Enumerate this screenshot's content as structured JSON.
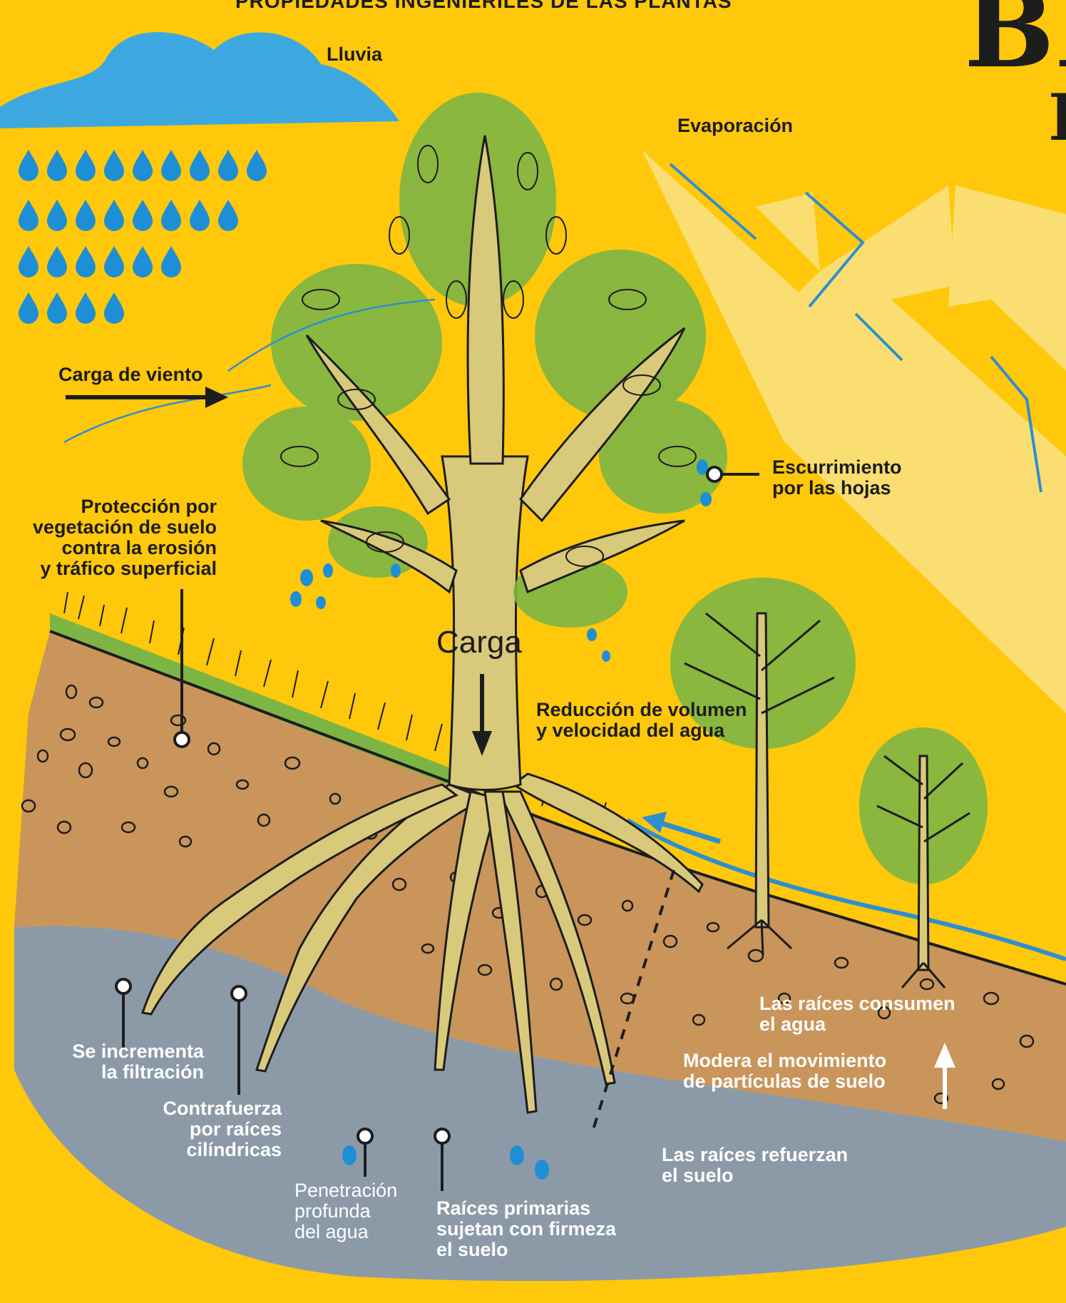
{
  "header": {
    "title_partial": "PROPIEDADES INGENIERILES DE LAS PLANTAS",
    "masthead_partial": "BI",
    "masthead_line2_partial": "I"
  },
  "labels": {
    "lluvia": "Lluvia",
    "evaporacion": "Evaporación",
    "carga_viento": "Carga de viento",
    "escurrimiento": "Escurrimiento\npor las hojas",
    "proteccion": "Protección por\nvegetación de suelo\ncontra la erosión\ny tráfico superficial",
    "carga": "Carga",
    "reduccion": "Reducción de volumen\ny velocidad del agua",
    "raices_consumen": "Las raíces consumen\nel agua",
    "modera": "Modera el movimiento\nde partículas de suelo",
    "filtracion": "Se incrementa\nla filtración",
    "contrafuerza": "Contrafuerza\npor raíces\ncilíndricas",
    "penetracion": "Penetración\nprofunda\ndel agua",
    "raices_primarias": "Raíces primarias\nsujetan con firmeza\nel suelo",
    "raices_refuerzan": "Las raíces refuerzan\nel suelo"
  },
  "colors": {
    "background": "#FFC80A",
    "rain": "#1E8FD5",
    "cloud": "#3DA8E0",
    "foliage": "#7DB544",
    "trunk": "#D9C97A",
    "soil": "#C9955A",
    "subsoil": "#8C9AA8",
    "ink": "#1d1d1d"
  }
}
